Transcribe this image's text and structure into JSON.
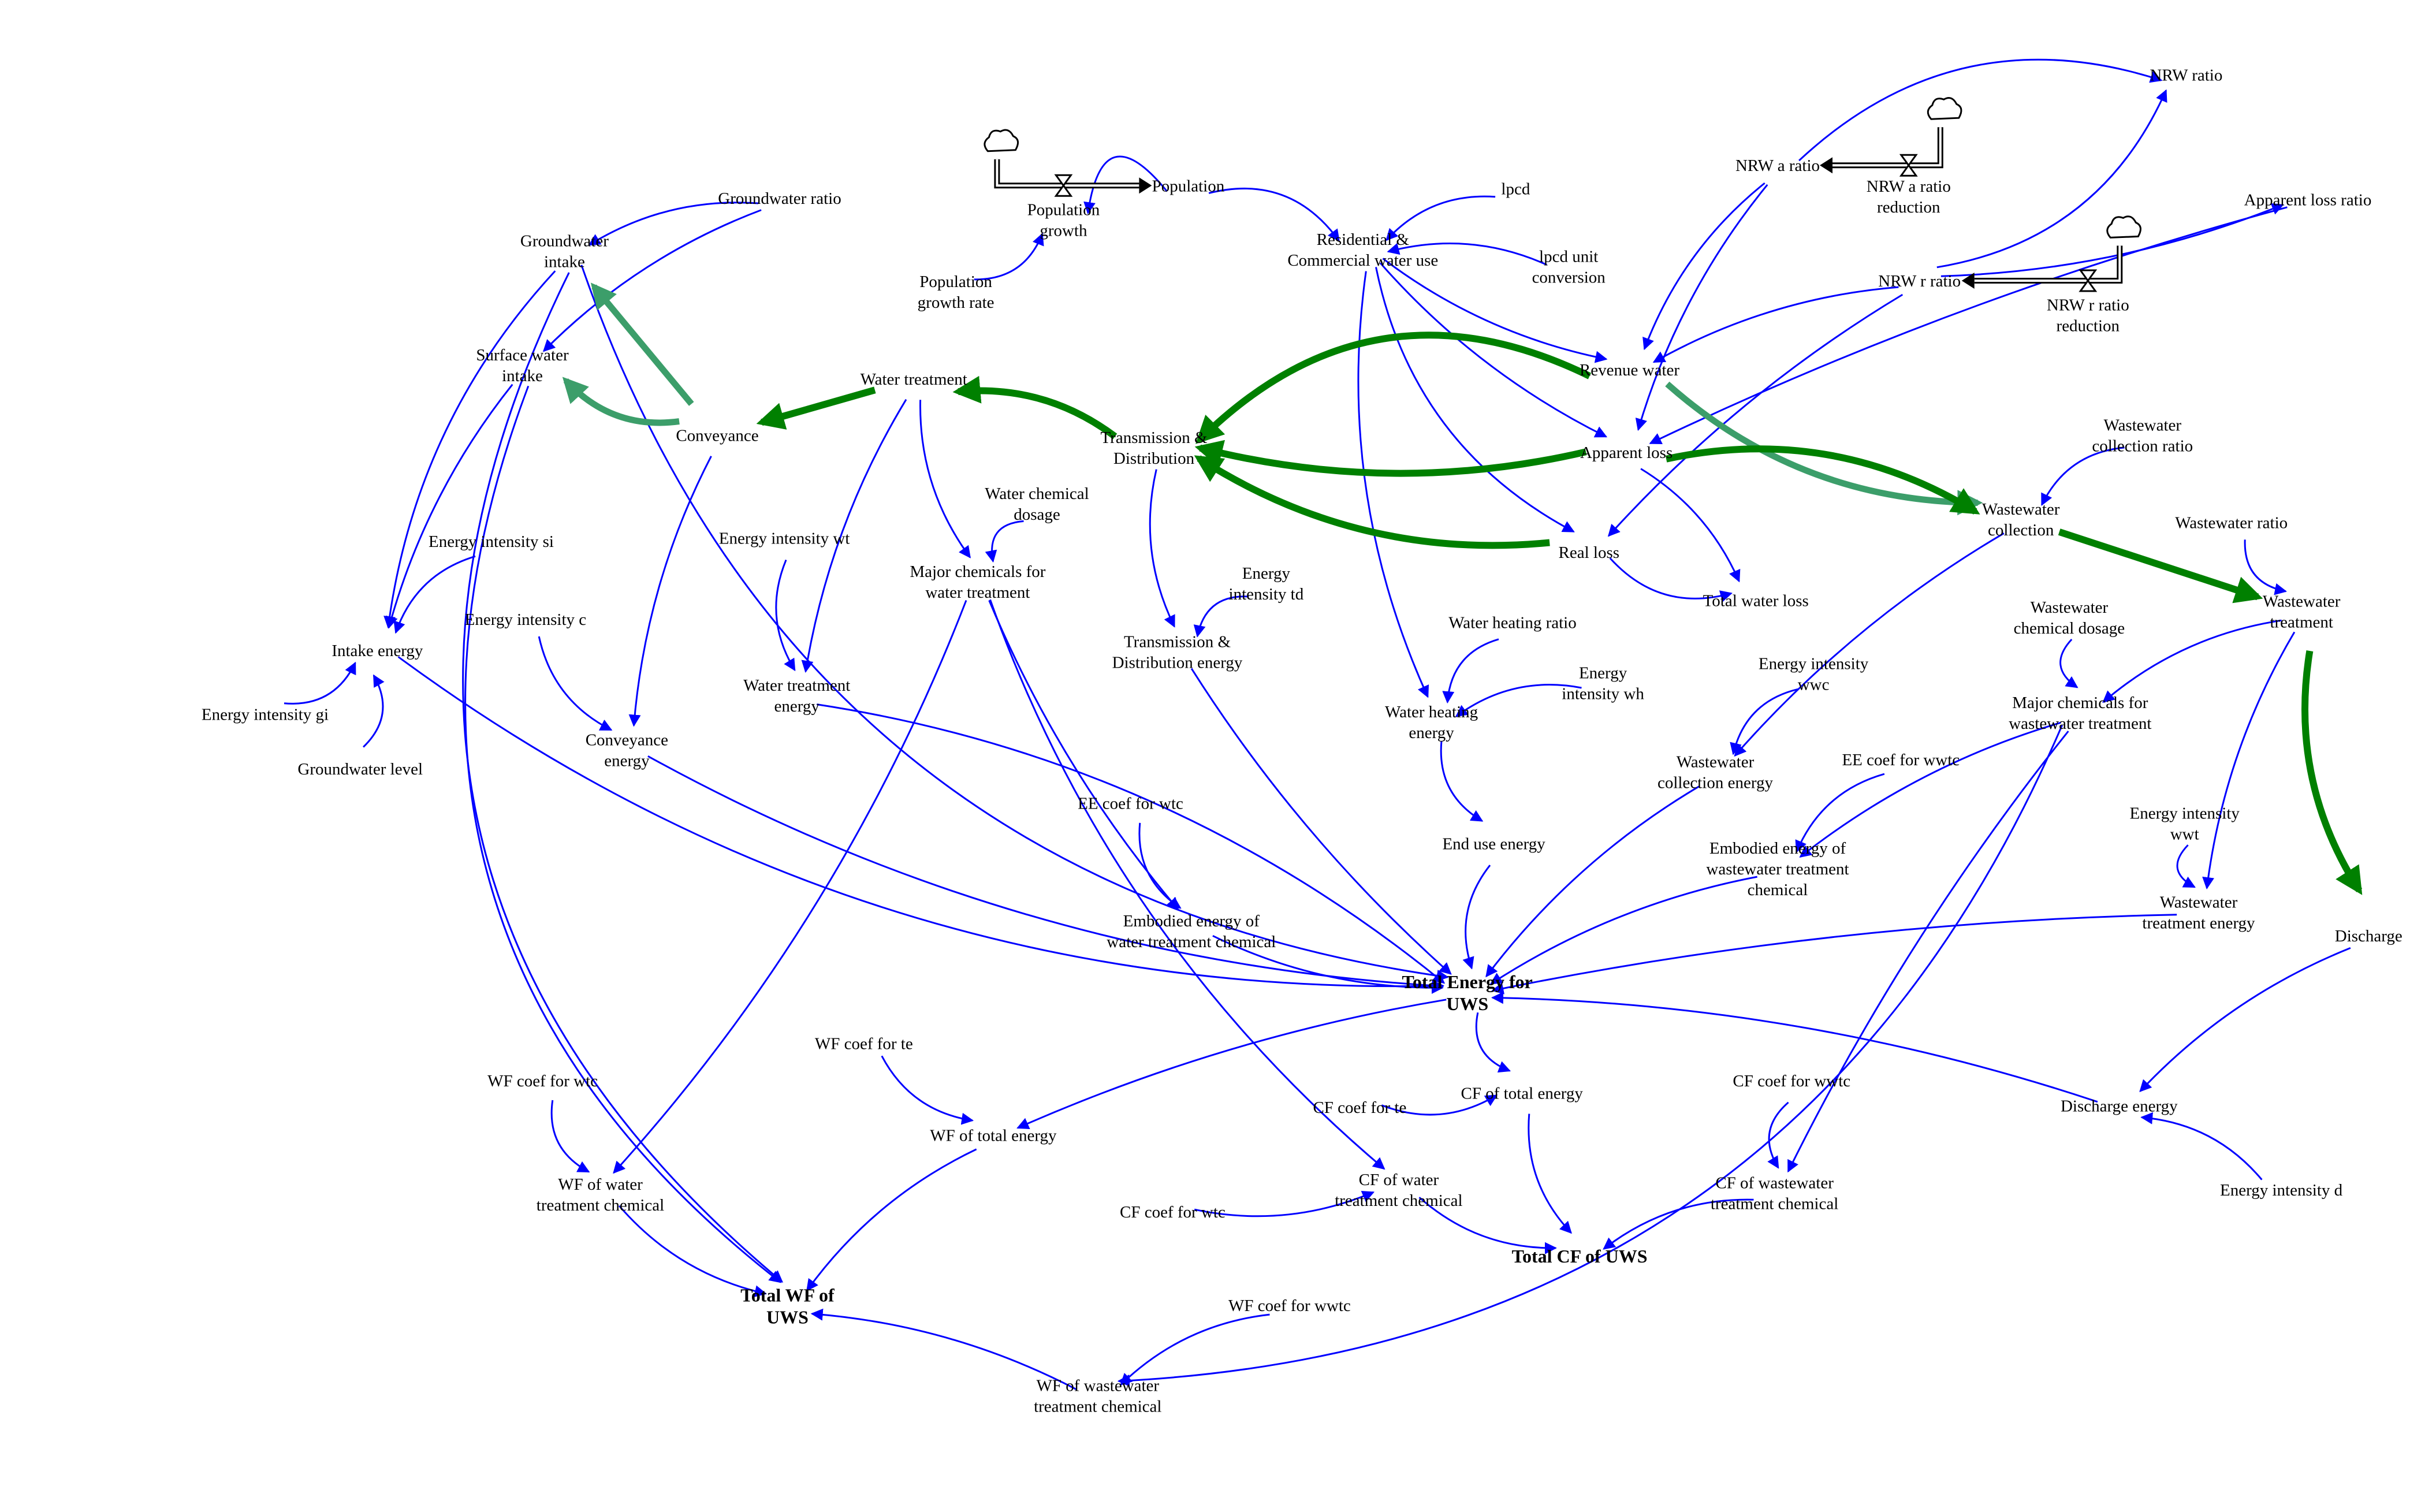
{
  "colors": {
    "text": "#000000",
    "key_text": "#ff3333",
    "info_link": "#0000ff",
    "flow_link": "#008000",
    "flow_link_light": "#3c9e6a",
    "stock_pipe": "#000000"
  },
  "nodes": {
    "groundwater_ratio": [
      "Groundwater ratio"
    ],
    "groundwater_intake": [
      "Groundwater",
      "intake"
    ],
    "surface_water_intake": [
      "Surface water",
      "intake"
    ],
    "conveyance": [
      "Conveyance"
    ],
    "water_treatment": [
      "Water treatment"
    ],
    "population": [
      "Population"
    ],
    "population_growth": [
      "Population",
      "growth"
    ],
    "population_growth_rate": [
      "Population",
      "growth rate"
    ],
    "residential_use": [
      "Residential &",
      "Commercial water use"
    ],
    "lpcd": [
      "lpcd"
    ],
    "lpcd_unit_conversion": [
      "lpcd unit",
      "conversion"
    ],
    "revenue_water": [
      "Revenue water"
    ],
    "transmission_distribution": [
      "Transmission &",
      "Distribution"
    ],
    "apparent_loss": [
      "Apparent loss"
    ],
    "real_loss": [
      "Real loss"
    ],
    "total_water_loss": [
      "Total water loss"
    ],
    "nrw_a_ratio": [
      "NRW a ratio"
    ],
    "nrw_a_ratio_reduction": [
      "NRW a ratio",
      "reduction"
    ],
    "nrw_ratio": [
      "NRW ratio"
    ],
    "nrw_r_ratio": [
      "NRW r ratio"
    ],
    "nrw_r_ratio_reduction": [
      "NRW r ratio",
      "reduction"
    ],
    "apparent_loss_ratio": [
      "Apparent loss ratio"
    ],
    "wastewater_collection_ratio": [
      "Wastewater",
      "collection ratio"
    ],
    "wastewater_collection": [
      "Wastewater",
      "collection"
    ],
    "wastewater_ratio": [
      "Wastewater ratio"
    ],
    "wastewater_treatment": [
      "Wastewater",
      "treatment"
    ],
    "wastewater_chemical_dosage": [
      "Wastewater",
      "chemical dosage"
    ],
    "major_chemicals_wwt": [
      "Major chemicals for",
      "wastewater treatment"
    ],
    "energy_intensity_si": [
      "Energy intensity si"
    ],
    "energy_intensity_c": [
      "Energy intensity c"
    ],
    "intake_energy": [
      "Intake energy"
    ],
    "energy_intensity_gi": [
      "Energy intensity gi"
    ],
    "groundwater_level": [
      "Groundwater level"
    ],
    "conveyance_energy": [
      "Conveyance",
      "energy"
    ],
    "energy_intensity_wt": [
      "Energy intensity wt"
    ],
    "water_chemical_dosage": [
      "Water chemical",
      "dosage"
    ],
    "major_chemicals_wt": [
      "Major chemicals for",
      "water treatment"
    ],
    "water_treatment_energy": [
      "Water treatment",
      "energy"
    ],
    "energy_intensity_td": [
      "Energy",
      "intensity td"
    ],
    "td_energy": [
      "Transmission &",
      "Distribution energy"
    ],
    "water_heating_ratio": [
      "Water heating ratio"
    ],
    "energy_intensity_wh": [
      "Energy",
      "intensity wh"
    ],
    "water_heating_energy": [
      "Water heating",
      "energy"
    ],
    "energy_intensity_wwc": [
      "Energy intensity",
      "wwc"
    ],
    "ww_collection_energy": [
      "Wastewater",
      "collection energy"
    ],
    "ee_coef_wwtc": [
      "EE coef for wwtc"
    ],
    "end_use_energy": [
      "End use energy"
    ],
    "ee_coef_wtc": [
      "EE coef for wtc"
    ],
    "embodied_energy_wwtc": [
      "Embodied energy of",
      "wastewater treatment",
      "chemical"
    ],
    "energy_intensity_wwt": [
      "Energy intensity",
      "wwt"
    ],
    "ww_treatment_energy": [
      "Wastewater",
      "treatment energy"
    ],
    "discharge": [
      "Discharge"
    ],
    "embodied_energy_wtc": [
      "Embodied energy of",
      "water treatment chemical"
    ],
    "total_energy": [
      "Total Energy for",
      "UWS"
    ],
    "wf_coef_te": [
      "WF coef for te"
    ],
    "wf_coef_wtc": [
      "WF coef for wtc"
    ],
    "cf_coef_wwtc": [
      "CF coef for wwtc"
    ],
    "discharge_energy": [
      "Discharge energy"
    ],
    "cf_coef_te": [
      "CF coef for te"
    ],
    "cf_total_energy": [
      "CF of total energy"
    ],
    "wf_total_energy": [
      "WF of total energy"
    ],
    "wf_water_treatment_chemical": [
      "WF of water",
      "treatment chemical"
    ],
    "cf_water_treatment_chemical": [
      "CF of water",
      "treatment chemical"
    ],
    "cf_wastewater_treatment_chemical": [
      "CF of wastewater",
      "treatment chemical"
    ],
    "energy_intensity_d": [
      "Energy intensity d"
    ],
    "cf_coef_wtc": [
      "CF coef for wtc"
    ],
    "total_cf": [
      "Total CF of UWS"
    ],
    "total_wf": [
      "Total WF of",
      "UWS"
    ],
    "wf_coef_wwtc": [
      "WF coef for wwtc"
    ],
    "wf_wastewater_treatment_chemical": [
      "WF of wastewater",
      "treatment chemical"
    ]
  },
  "key_nodes": [
    "total_energy",
    "total_cf",
    "total_wf"
  ],
  "flow_links": [
    {
      "from": "conveyance",
      "to": "groundwater_intake",
      "tone": "light"
    },
    {
      "from": "conveyance",
      "to": "surface_water_intake",
      "tone": "light"
    },
    {
      "from": "water_treatment",
      "to": "conveyance",
      "tone": "dark"
    },
    {
      "from": "transmission_distribution",
      "to": "water_treatment",
      "tone": "dark"
    },
    {
      "from": "revenue_water",
      "to": "transmission_distribution",
      "tone": "dark"
    },
    {
      "from": "apparent_loss",
      "to": "transmission_distribution",
      "tone": "dark"
    },
    {
      "from": "real_loss",
      "to": "transmission_distribution",
      "tone": "dark"
    },
    {
      "from": "revenue_water",
      "to": "wastewater_collection",
      "tone": "light"
    },
    {
      "from": "apparent_loss",
      "to": "wastewater_collection",
      "tone": "dark"
    },
    {
      "from": "wastewater_collection",
      "to": "wastewater_treatment",
      "tone": "dark"
    },
    {
      "from": "wastewater_treatment",
      "to": "discharge",
      "tone": "dark"
    }
  ],
  "info_links": [
    [
      "groundwater_ratio",
      "groundwater_intake"
    ],
    [
      "groundwater_ratio",
      "surface_water_intake"
    ],
    [
      "population",
      "population_growth"
    ],
    [
      "population_growth_rate",
      "population_growth"
    ],
    [
      "population",
      "residential_use"
    ],
    [
      "lpcd",
      "residential_use"
    ],
    [
      "lpcd_unit_conversion",
      "residential_use"
    ],
    [
      "residential_use",
      "revenue_water"
    ],
    [
      "residential_use",
      "apparent_loss"
    ],
    [
      "residential_use",
      "real_loss"
    ],
    [
      "residential_use",
      "water_heating_energy"
    ],
    [
      "nrw_a_ratio",
      "nrw_ratio"
    ],
    [
      "nrw_a_ratio",
      "apparent_loss"
    ],
    [
      "nrw_a_ratio",
      "revenue_water"
    ],
    [
      "nrw_r_ratio",
      "nrw_ratio"
    ],
    [
      "nrw_r_ratio",
      "revenue_water"
    ],
    [
      "nrw_r_ratio",
      "real_loss"
    ],
    [
      "nrw_r_ratio",
      "apparent_loss_ratio"
    ],
    [
      "apparent_loss_ratio",
      "apparent_loss"
    ],
    [
      "apparent_loss",
      "total_water_loss"
    ],
    [
      "real_loss",
      "total_water_loss"
    ],
    [
      "wastewater_collection_ratio",
      "wastewater_collection"
    ],
    [
      "wastewater_ratio",
      "wastewater_treatment"
    ],
    [
      "groundwater_intake",
      "intake_energy"
    ],
    [
      "surface_water_intake",
      "intake_energy"
    ],
    [
      "energy_intensity_si",
      "intake_energy"
    ],
    [
      "energy_intensity_gi",
      "intake_energy"
    ],
    [
      "groundwater_level",
      "intake_energy"
    ],
    [
      "conveyance",
      "conveyance_energy"
    ],
    [
      "energy_intensity_c",
      "conveyance_energy"
    ],
    [
      "water_treatment",
      "water_treatment_energy"
    ],
    [
      "water_treatment",
      "major_chemicals_wt"
    ],
    [
      "energy_intensity_wt",
      "water_treatment_energy"
    ],
    [
      "water_chemical_dosage",
      "major_chemicals_wt"
    ],
    [
      "transmission_distribution",
      "td_energy"
    ],
    [
      "energy_intensity_td",
      "td_energy"
    ],
    [
      "water_heating_ratio",
      "water_heating_energy"
    ],
    [
      "energy_intensity_wh",
      "water_heating_energy"
    ],
    [
      "water_heating_energy",
      "end_use_energy"
    ],
    [
      "energy_intensity_wwc",
      "ww_collection_energy"
    ],
    [
      "wastewater_collection",
      "ww_collection_energy"
    ],
    [
      "wastewater_chemical_dosage",
      "major_chemicals_wwt"
    ],
    [
      "wastewater_treatment",
      "major_chemicals_wwt"
    ],
    [
      "major_chemicals_wwt",
      "embodied_energy_wwtc"
    ],
    [
      "ee_coef_wwtc",
      "embodied_energy_wwtc"
    ],
    [
      "energy_intensity_wwt",
      "ww_treatment_energy"
    ],
    [
      "wastewater_treatment",
      "ww_treatment_energy"
    ],
    [
      "major_chemicals_wt",
      "embodied_energy_wtc"
    ],
    [
      "ee_coef_wtc",
      "embodied_energy_wtc"
    ],
    [
      "discharge",
      "discharge_energy"
    ],
    [
      "energy_intensity_d",
      "discharge_energy"
    ],
    [
      "intake_energy",
      "total_energy"
    ],
    [
      "conveyance_energy",
      "total_energy"
    ],
    [
      "water_treatment_energy",
      "total_energy"
    ],
    [
      "td_energy",
      "total_energy"
    ],
    [
      "end_use_energy",
      "total_energy"
    ],
    [
      "ww_collection_energy",
      "total_energy"
    ],
    [
      "embodied_energy_wwtc",
      "total_energy"
    ],
    [
      "ww_treatment_energy",
      "total_energy"
    ],
    [
      "embodied_energy_wtc",
      "total_energy"
    ],
    [
      "discharge_energy",
      "total_energy"
    ],
    [
      "groundwater_intake",
      "total_energy"
    ],
    [
      "total_energy",
      "wf_total_energy"
    ],
    [
      "total_energy",
      "cf_total_energy"
    ],
    [
      "wf_coef_te",
      "wf_total_energy"
    ],
    [
      "cf_coef_te",
      "cf_total_energy"
    ],
    [
      "wf_coef_wtc",
      "wf_water_treatment_chemical"
    ],
    [
      "major_chemicals_wt",
      "wf_water_treatment_chemical"
    ],
    [
      "major_chemicals_wt",
      "cf_water_treatment_chemical"
    ],
    [
      "cf_coef_wtc",
      "cf_water_treatment_chemical"
    ],
    [
      "cf_coef_wwtc",
      "cf_wastewater_treatment_chemical"
    ],
    [
      "major_chemicals_wwt",
      "cf_wastewater_treatment_chemical"
    ],
    [
      "major_chemicals_wwt",
      "wf_wastewater_treatment_chemical"
    ],
    [
      "wf_coef_wwtc",
      "wf_wastewater_treatment_chemical"
    ],
    [
      "cf_total_energy",
      "total_cf"
    ],
    [
      "cf_water_treatment_chemical",
      "total_cf"
    ],
    [
      "cf_wastewater_treatment_chemical",
      "total_cf"
    ],
    [
      "wf_total_energy",
      "total_wf"
    ],
    [
      "wf_water_treatment_chemical",
      "total_wf"
    ],
    [
      "wf_wastewater_treatment_chemical",
      "total_wf"
    ],
    [
      "groundwater_intake",
      "total_wf"
    ],
    [
      "surface_water_intake",
      "total_wf"
    ]
  ],
  "rate_links": [
    {
      "from": "population_growth",
      "to": "population"
    },
    {
      "from": "nrw_a_ratio_reduction",
      "to": "nrw_a_ratio"
    },
    {
      "from": "nrw_r_ratio_reduction",
      "to": "nrw_r_ratio"
    }
  ]
}
